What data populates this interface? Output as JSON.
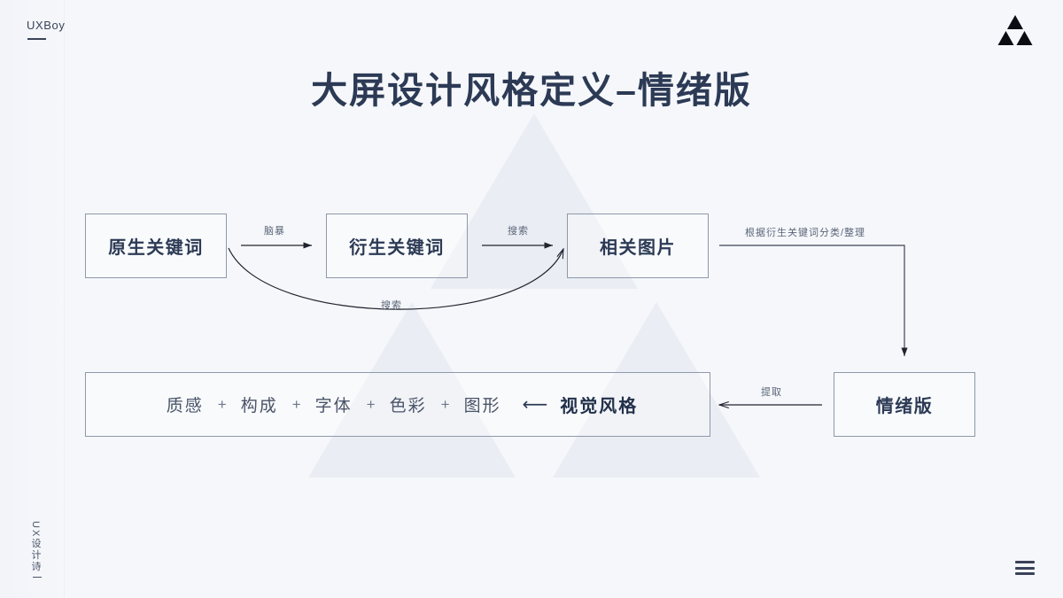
{
  "page": {
    "background_color": "#f5f7fa",
    "accent_color": "#2c3a55",
    "line_color": "#8e99ab"
  },
  "header": {
    "brand": "UXBoy",
    "logo_icon": "triple-triangle-logo-icon",
    "title": "大屏设计风格定义–情绪版"
  },
  "diagram": {
    "nodes": {
      "native_keyword": "原生关键词",
      "derived_keyword": "衍生关键词",
      "related_images": "相关图片",
      "mood_board": "情绪版"
    },
    "edges": {
      "brainstorm": "脑暴",
      "search_direct": "搜索",
      "search_curved": "搜索",
      "classify": "根据衍生关键词分类/整理",
      "extract": "提取"
    },
    "style_bar": {
      "items": [
        "质感",
        "构成",
        "字体",
        "色彩",
        "图形"
      ],
      "plus": "+",
      "arrow": "⟵",
      "result": "视觉风格"
    }
  },
  "footer": {
    "vertical_text": "UX设计诗",
    "menu_icon": "hamburger-menu-icon"
  }
}
